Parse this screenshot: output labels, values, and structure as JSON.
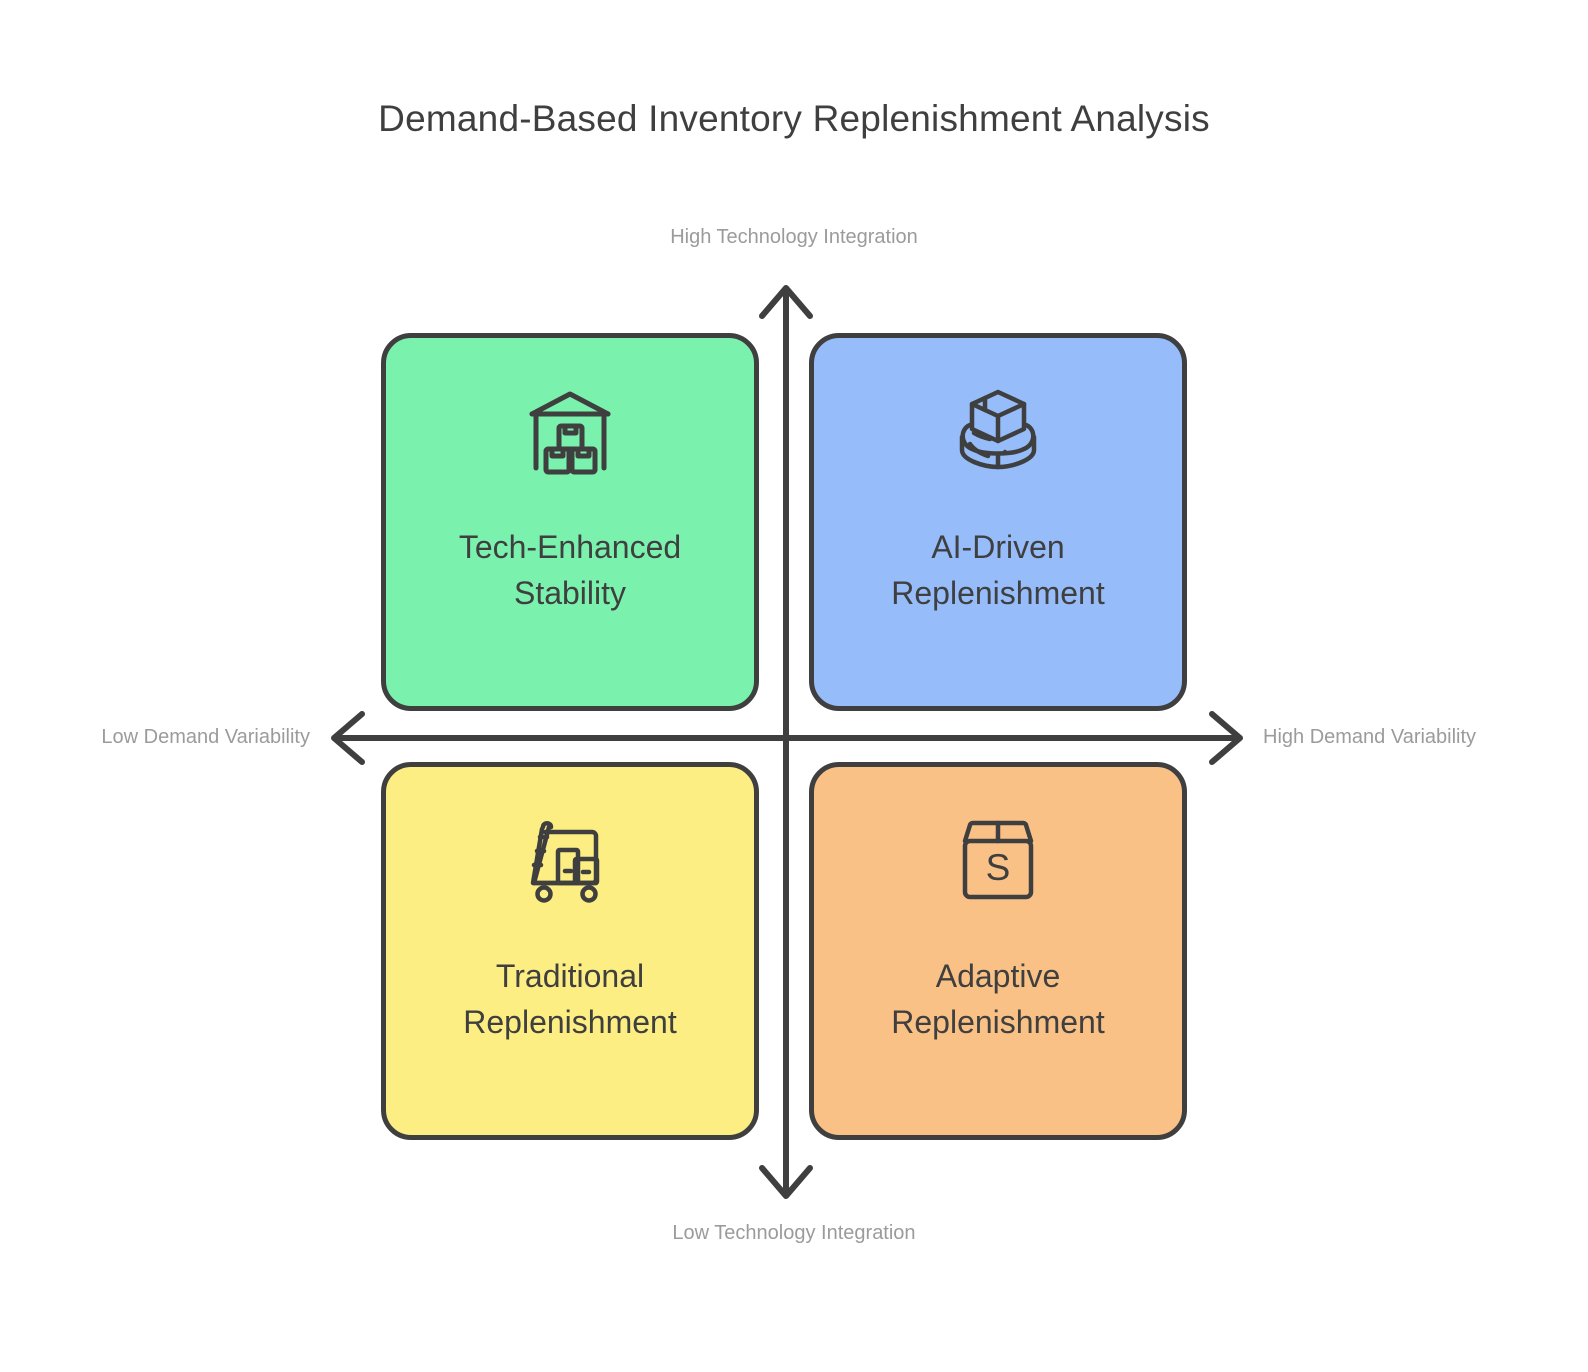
{
  "chart_data": {
    "type": "matrix",
    "title": "Demand-Based Inventory Replenishment Analysis",
    "xlabel_low": "Low Demand Variability",
    "xlabel_high": "High Demand Variability",
    "ylabel_low": "Low Technology Integration",
    "ylabel_high": "High Technology Integration",
    "quadrants": [
      {
        "id": "tech-enhanced-stability",
        "label": "Tech-Enhanced Stability",
        "icon": "warehouse-boxes-icon",
        "color": "#7af2ae",
        "position": "top-left",
        "x": "Low Demand Variability",
        "y": "High Technology Integration"
      },
      {
        "id": "ai-driven-replenishment",
        "label": "AI-Driven Replenishment",
        "icon": "robot-carrying-package-icon",
        "color": "#96bcfa",
        "position": "top-right",
        "x": "High Demand Variability",
        "y": "High Technology Integration"
      },
      {
        "id": "traditional-replenishment",
        "label": "Traditional Replenishment",
        "icon": "hand-truck-boxes-icon",
        "color": "#fcee83",
        "position": "bottom-left",
        "x": "Low Demand Variability",
        "y": "Low Technology Integration"
      },
      {
        "id": "adaptive-replenishment",
        "label": "Adaptive Replenishment",
        "icon": "open-box-s-icon",
        "color": "#fac186",
        "position": "bottom-right",
        "x": "High Demand Variability",
        "y": "Low Technology Integration"
      }
    ],
    "axis_color": "#3f3f3f",
    "stroke_color": "#3f3f3f",
    "text_color": "#3f3f3f",
    "axis_label_color": "#9b9b9b",
    "background": "#ffffff",
    "legend": "none",
    "grid": false
  },
  "box_letter": "S"
}
